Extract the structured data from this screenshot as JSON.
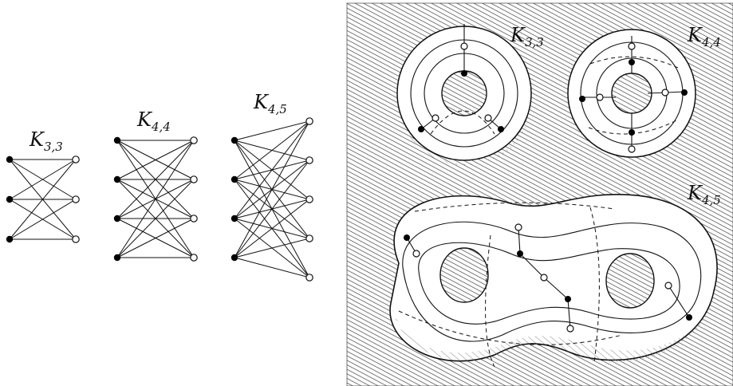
{
  "left_panel": {
    "graphs": [
      {
        "id": "k33",
        "base": "K",
        "sub": "3,3",
        "m": 3,
        "n": 3
      },
      {
        "id": "k44",
        "base": "K",
        "sub": "4,4",
        "m": 4,
        "n": 4
      },
      {
        "id": "k45",
        "base": "K",
        "sub": "4,5",
        "m": 4,
        "n": 5
      }
    ]
  },
  "right_panel": {
    "torus_k33": {
      "base": "K",
      "sub": "3,3"
    },
    "torus_k44": {
      "base": "K",
      "sub": "4,4"
    },
    "double_torus_k45": {
      "base": "K",
      "sub": "4,5"
    }
  },
  "colors": {
    "ink": "#111111",
    "filled_vertex": "#000000",
    "open_vertex": "#ffffff",
    "hatch": "#555555"
  }
}
